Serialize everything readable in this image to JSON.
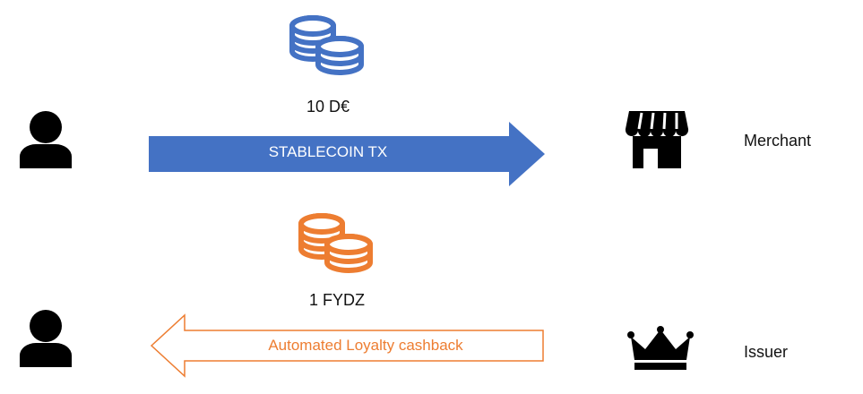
{
  "colors": {
    "blue": "#4472C4",
    "orange": "#ED7D31",
    "black": "#000000",
    "white": "#ffffff"
  },
  "top_flow": {
    "amount": "10 D€",
    "arrow_label": "STABLECOIN TX",
    "coin_icon": "coin-stack-icon",
    "sender_icon": "user-icon",
    "receiver_icon": "store-icon",
    "receiver_label": "Merchant"
  },
  "bottom_flow": {
    "amount": "1 FYDZ",
    "arrow_label": "Automated Loyalty cashback",
    "coin_icon": "coin-stack-icon",
    "receiver_icon": "user-icon",
    "sender_icon": "crown-icon",
    "sender_label": "Issuer"
  }
}
